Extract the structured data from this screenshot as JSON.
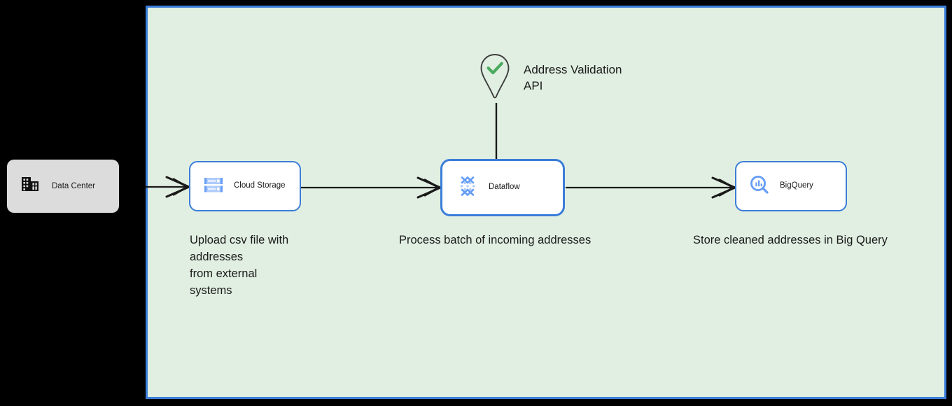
{
  "canvas": {
    "background_color": "#e1efe2",
    "border_color": "#3b7dd8",
    "outside_color": "#000000"
  },
  "nodes": [
    {
      "id": "data-center",
      "label": "Data Center",
      "icon": "data-center-building-icon",
      "fill": "#dcdcdc",
      "selected": false
    },
    {
      "id": "cloud-storage",
      "label": "Cloud Storage",
      "icon": "cloud-storage-icon",
      "fill": "#ffffff",
      "border": "#3b7dd8",
      "selected": false
    },
    {
      "id": "dataflow",
      "label": "Dataflow",
      "icon": "dataflow-icon",
      "fill": "#ffffff",
      "border": "#3b7dd8",
      "selected": true
    },
    {
      "id": "bigquery",
      "label": "BigQuery",
      "icon": "bigquery-icon",
      "fill": "#ffffff",
      "border": "#3b7dd8",
      "selected": false
    }
  ],
  "pin": {
    "id": "address-validation-api",
    "label": "Address Validation\nAPI",
    "icon": "map-pin-check-icon",
    "check_color": "#4aab5f",
    "outline_color": "#3d3d3d"
  },
  "captions": {
    "cloud_storage": "Upload csv file with\naddresses\nfrom external\nsystems",
    "dataflow": "Process batch of incoming addresses",
    "bigquery": "Store cleaned addresses in Big Query"
  },
  "connectors": [
    {
      "id": "datacenter-to-cloudstorage",
      "from": "data-center",
      "to": "cloud-storage",
      "arrow": true
    },
    {
      "id": "cloudstorage-to-dataflow",
      "from": "cloud-storage",
      "to": "dataflow",
      "arrow": true
    },
    {
      "id": "dataflow-to-bigquery",
      "from": "dataflow",
      "to": "bigquery",
      "arrow": true
    },
    {
      "id": "addressvalidation-to-dataflow",
      "from": "address-validation-api",
      "to": "dataflow",
      "arrow": false
    }
  ]
}
